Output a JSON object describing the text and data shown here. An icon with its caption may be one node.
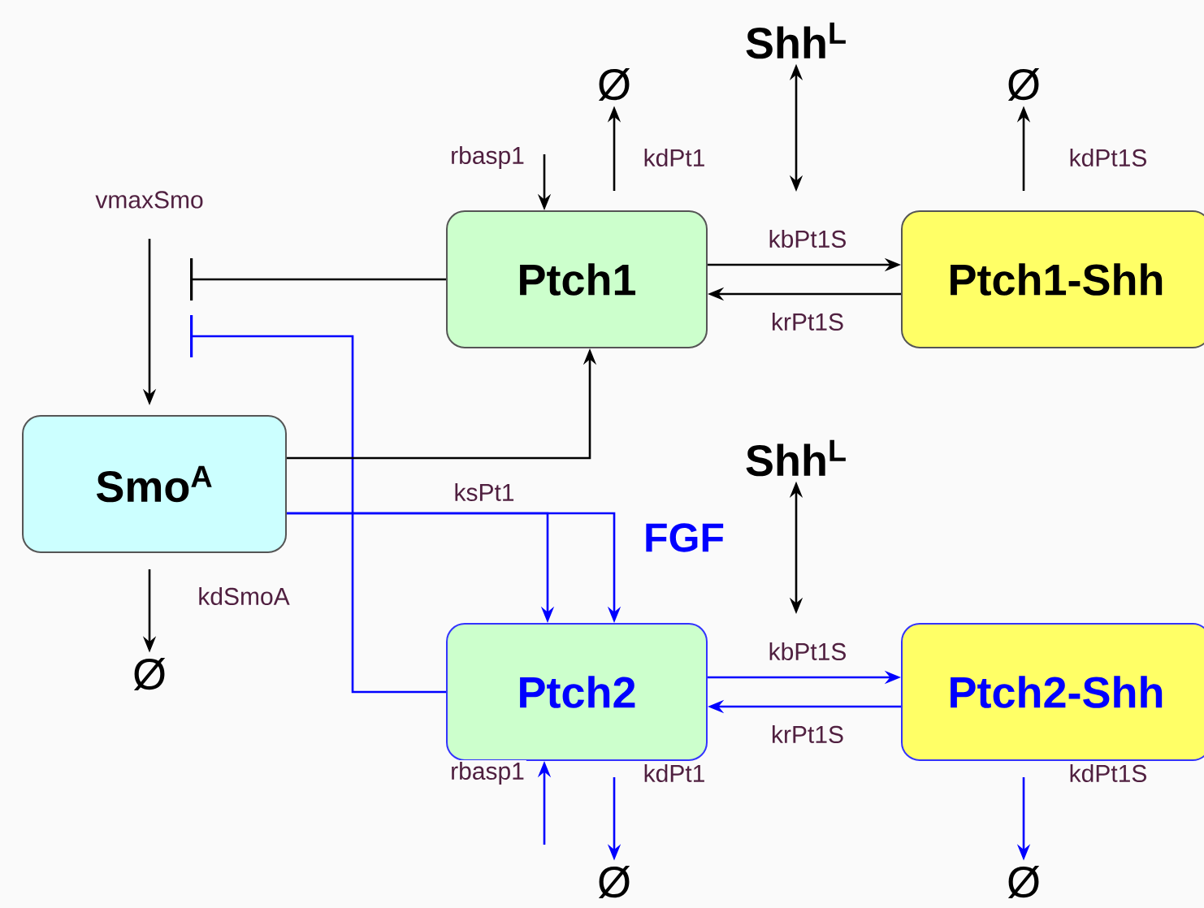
{
  "diagram": {
    "nodes": [
      {
        "text": [
          "Shh$^{L}$"
        ]
      },
      {
        "text": [
          "Ø"
        ]
      },
      {
        "text": [
          "Ø"
        ]
      },
      {
        "text": [
          "Ptch1"
        ]
      },
      {
        "text": [
          "Ptch1-Shh"
        ]
      },
      {
        "text": [
          "Smo$^{A}$"
        ]
      },
      {
        "text": [
          "Shh$^{L}$"
        ]
      },
      {
        "text": [
          "Ø"
        ]
      },
      {
        "text": [
          "Ptch2"
        ]
      },
      {
        "text": [
          "Ptch2-Shh"
        ]
      },
      {
        "text": [
          "Ø"
        ]
      },
      {
        "text": [
          "Ø"
        ]
      }
    ],
    "edges": [
      {
        "from": null,
        "to": 3,
        "arrow": "to",
        "label": "rbasp1"
      },
      {
        "from": 3,
        "to": 1,
        "arrow": "to",
        "label": "kdPt1"
      },
      {
        "from": 0,
        "to": null,
        "arrow": "both"
      },
      {
        "from": 4,
        "to": 2,
        "arrow": "to",
        "label": "kdPt1S"
      },
      {
        "from": 3,
        "to": 4,
        "arrow": "to",
        "label": "kbPt1S"
      },
      {
        "from": 4,
        "to": 3,
        "arrow": "to",
        "label": "krPt1S"
      },
      {
        "from": null,
        "to": 5,
        "arrow": "to",
        "label": "vmaxSmo"
      },
      {
        "from": 3,
        "to": null,
        "arrow": "other"
      },
      {
        "from": 8,
        "to": null,
        "arrow": "other",
        "color": "#0000ff"
      },
      {
        "from": 5,
        "to": 3,
        "arrow": "to"
      },
      {
        "from": 5,
        "to": 8,
        "arrow": "to",
        "label": "ksPt1",
        "color": "#0000ff"
      },
      {
        "from": 5,
        "to": 8,
        "arrow": "to",
        "label": "FGF",
        "color": "#0000ff"
      },
      {
        "from": 5,
        "to": 7,
        "arrow": "to",
        "label": "kdSmoA"
      },
      {
        "from": 6,
        "to": null,
        "arrow": "both"
      },
      {
        "from": 8,
        "to": 9,
        "arrow": "to",
        "label": "kbPt1S",
        "color": "#0000ff"
      },
      {
        "from": 9,
        "to": 8,
        "arrow": "to",
        "label": "krPt1S",
        "color": "#0000ff"
      },
      {
        "from": null,
        "to": 8,
        "arrow": "to",
        "label": "rbasp1",
        "color": "#0000ff"
      },
      {
        "from": 8,
        "to": 10,
        "arrow": "to",
        "label": "kdPt1",
        "color": "#0000ff"
      },
      {
        "from": 9,
        "to": 11,
        "arrow": "to",
        "label": "kdPt1S",
        "color": "#0000ff"
      }
    ]
  }
}
